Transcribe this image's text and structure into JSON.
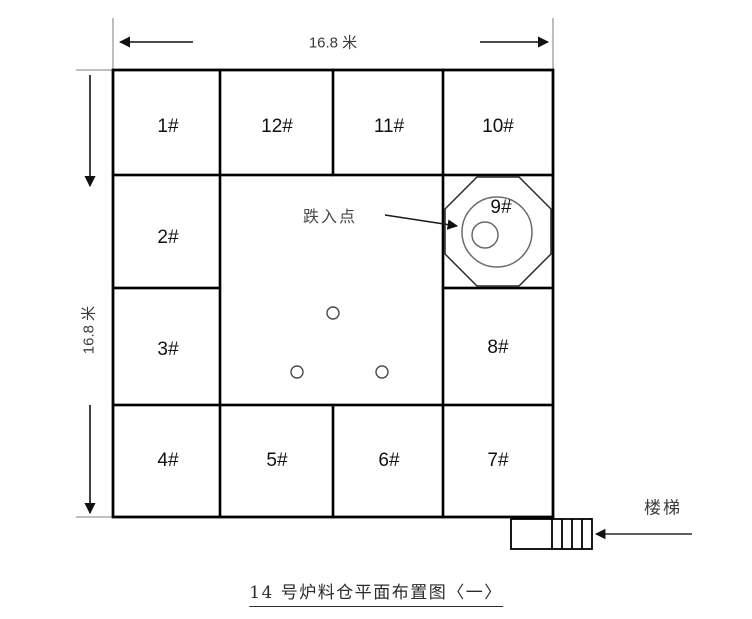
{
  "figure": {
    "title": "14 号炉料仓平面布置图〈一〉"
  },
  "dimensions": {
    "top": {
      "label": "16.8 米",
      "value": 16.8,
      "unit": "米"
    },
    "left": {
      "label": "16.8 米",
      "value": 16.8,
      "unit": "米"
    }
  },
  "bins": [
    {
      "id": "bin-1",
      "label": "1#",
      "row": 1,
      "col": 1
    },
    {
      "id": "bin-12",
      "label": "12#",
      "row": 1,
      "col": 2
    },
    {
      "id": "bin-11",
      "label": "11#",
      "row": 1,
      "col": 3
    },
    {
      "id": "bin-10",
      "label": "10#",
      "row": 1,
      "col": 4
    },
    {
      "id": "bin-2",
      "label": "2#",
      "row": 2,
      "col": 1
    },
    {
      "id": "bin-9",
      "label": "9#",
      "row": 2,
      "col": 4
    },
    {
      "id": "bin-3",
      "label": "3#",
      "row": 3,
      "col": 1
    },
    {
      "id": "bin-8",
      "label": "8#",
      "row": 3,
      "col": 4
    },
    {
      "id": "bin-4",
      "label": "4#",
      "row": 4,
      "col": 1
    },
    {
      "id": "bin-5",
      "label": "5#",
      "row": 4,
      "col": 2
    },
    {
      "id": "bin-6",
      "label": "6#",
      "row": 4,
      "col": 3
    },
    {
      "id": "bin-7",
      "label": "7#",
      "row": 4,
      "col": 4
    }
  ],
  "annotations": {
    "fall_point": {
      "label": "跌入点",
      "target": "bin-9"
    },
    "stairs": {
      "label": "楼梯"
    }
  },
  "colors": {
    "wall": "#000000",
    "thin_line": "#555555",
    "dimension": "#6e6e6e",
    "text": "#1b1b1b"
  }
}
